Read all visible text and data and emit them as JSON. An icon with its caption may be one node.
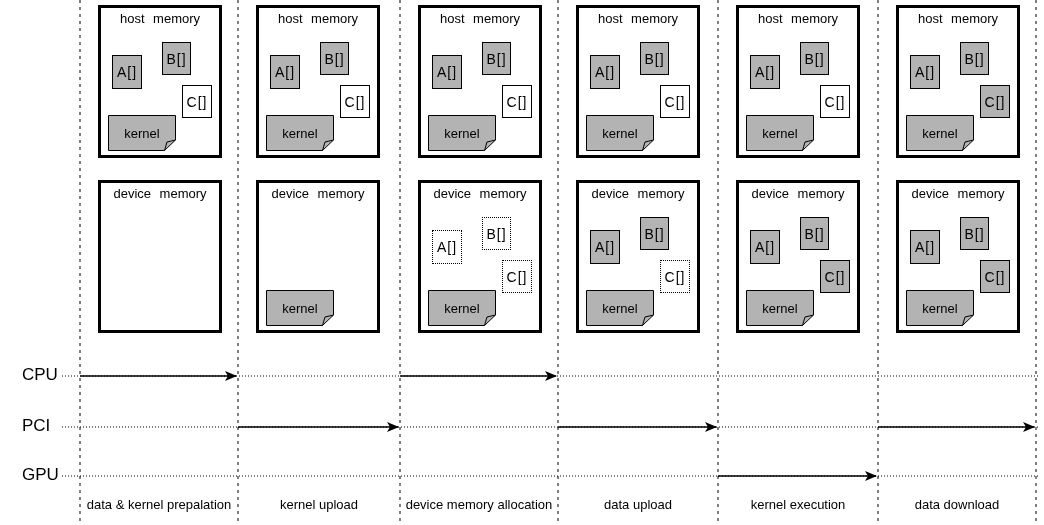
{
  "diagram": {
    "nodes": [
      {
        "text": [
          "host memory"
        ]
      },
      {
        "text": [
          "A[]"
        ],
        "in": 0
      },
      {
        "text": [
          "B[]"
        ],
        "in": 0
      },
      {
        "text": [
          "C[]"
        ],
        "in": 0
      },
      {
        "text": [
          "kernel"
        ],
        "in": 0
      },
      {
        "text": [
          "device memory"
        ]
      },
      {
        "text": [
          "host memory"
        ]
      },
      {
        "text": [
          "A[]"
        ],
        "in": 6
      },
      {
        "text": [
          "B[]"
        ],
        "in": 6
      },
      {
        "text": [
          "C[]"
        ],
        "in": 6
      },
      {
        "text": [
          "kernel"
        ],
        "in": 6
      },
      {
        "text": [
          "device memory"
        ]
      },
      {
        "text": [
          "kernel"
        ],
        "in": 11
      },
      {
        "text": [
          "host memory"
        ]
      },
      {
        "text": [
          "A[]"
        ],
        "in": 13
      },
      {
        "text": [
          "B[]"
        ],
        "in": 13
      },
      {
        "text": [
          "C[]"
        ],
        "in": 13
      },
      {
        "text": [
          "kernel"
        ],
        "in": 13
      },
      {
        "text": [
          "device memory"
        ]
      },
      {
        "text": [
          "A[]"
        ],
        "in": 18
      },
      {
        "text": [
          "B[]"
        ],
        "in": 18
      },
      {
        "text": [
          "C[]"
        ],
        "in": 18
      },
      {
        "text": [
          "kernel"
        ],
        "in": 18
      },
      {
        "text": [
          "host memory"
        ]
      },
      {
        "text": [
          "A[]"
        ],
        "in": 23
      },
      {
        "text": [
          "B[]"
        ],
        "in": 23
      },
      {
        "text": [
          "C[]"
        ],
        "in": 23
      },
      {
        "text": [
          "kernel"
        ],
        "in": 23
      },
      {
        "text": [
          "device memory"
        ]
      },
      {
        "text": [
          "A[]"
        ],
        "in": 28
      },
      {
        "text": [
          "B[]"
        ],
        "in": 28
      },
      {
        "text": [
          "C[]"
        ],
        "in": 28
      },
      {
        "text": [
          "kernel"
        ],
        "in": 28
      },
      {
        "text": [
          "host memory"
        ]
      },
      {
        "text": [
          "A[]"
        ],
        "in": 33
      },
      {
        "text": [
          "B[]"
        ],
        "in": 33
      },
      {
        "text": [
          "C[]"
        ],
        "in": 33
      },
      {
        "text": [
          "kernel"
        ],
        "in": 33
      },
      {
        "text": [
          "device memory"
        ]
      },
      {
        "text": [
          "A[]"
        ],
        "in": 38
      },
      {
        "text": [
          "B[]"
        ],
        "in": 38
      },
      {
        "text": [
          "C[]"
        ],
        "in": 38
      },
      {
        "text": [
          "kernel"
        ],
        "in": 38
      },
      {
        "text": [
          "host memory"
        ]
      },
      {
        "text": [
          "A[]"
        ],
        "in": 43
      },
      {
        "text": [
          "B[]"
        ],
        "in": 43
      },
      {
        "text": [
          "C[]"
        ],
        "in": 43
      },
      {
        "text": [
          "kernel"
        ],
        "in": 43
      },
      {
        "text": [
          "device memory"
        ]
      },
      {
        "text": [
          "A[]"
        ],
        "in": 48
      },
      {
        "text": [
          "B[]"
        ],
        "in": 48
      },
      {
        "text": [
          "C[]"
        ],
        "in": 48
      },
      {
        "text": [
          "kernel"
        ],
        "in": 48
      }
    ],
    "edges": [],
    "labels": [
      "CPU",
      "PCI",
      "GPU",
      "data & kernel prepalation",
      "kernel upload",
      "device memory allocation",
      "data upload",
      "kernel execution",
      "data download"
    ]
  }
}
